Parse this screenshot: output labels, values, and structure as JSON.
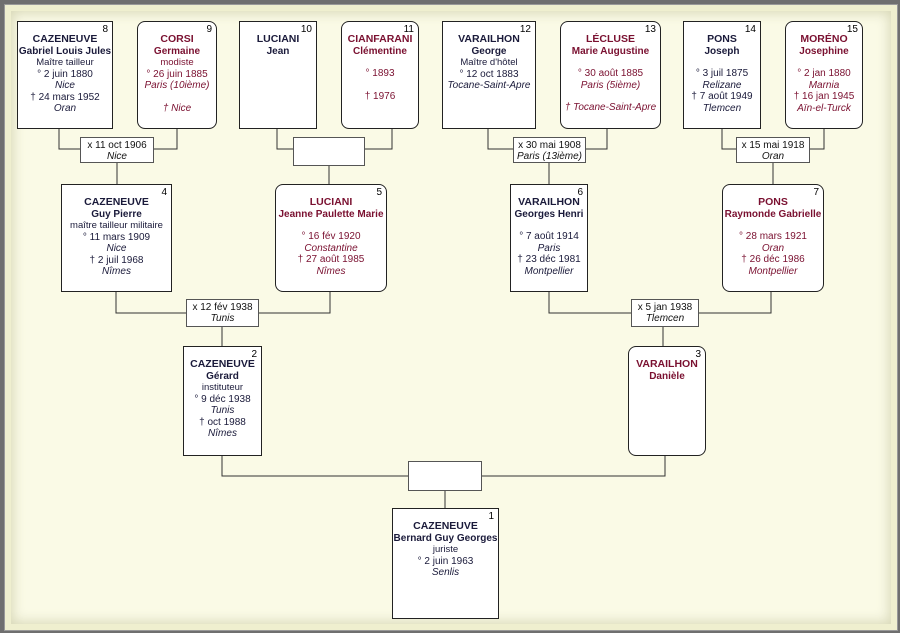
{
  "people": {
    "p1": {
      "num": "1",
      "surname": "CAZENEUVE",
      "given": "Bernard Guy Georges",
      "occupation": "juriste",
      "birth": "° 2 juin 1963",
      "birth_place": "Senlis"
    },
    "p2": {
      "num": "2",
      "surname": "CAZENEUVE",
      "given": "Gérard",
      "occupation": "instituteur",
      "birth": "° 9 déc 1938",
      "birth_place": "Tunis",
      "death": "† oct 1988",
      "death_place": "Nîmes"
    },
    "p3": {
      "num": "3",
      "surname": "VARAILHON",
      "given": "Danièle"
    },
    "p4": {
      "num": "4",
      "surname": "CAZENEUVE",
      "given": "Guy Pierre",
      "occupation": "maître tailleur militaire",
      "birth": "° 11 mars 1909",
      "birth_place": "Nice",
      "death": "† 2 juil 1968",
      "death_place": "Nîmes"
    },
    "p5": {
      "num": "5",
      "surname": "LUCIANI",
      "given": "Jeanne Paulette Marie",
      "birth": "° 16 fév 1920",
      "birth_place": "Constantine",
      "death": "† 27 août 1985",
      "death_place": "Nîmes"
    },
    "p6": {
      "num": "6",
      "surname": "VARAILHON",
      "given": "Georges Henri",
      "birth": "° 7 août 1914",
      "birth_place": "Paris",
      "death": "† 23 déc 1981",
      "death_place": "Montpellier"
    },
    "p7": {
      "num": "7",
      "surname": "PONS",
      "given": "Raymonde Gabrielle",
      "birth": "° 28 mars 1921",
      "birth_place": "Oran",
      "death": "† 26 déc 1986",
      "death_place": "Montpellier"
    },
    "p8": {
      "num": "8",
      "surname": "CAZENEUVE",
      "given": "Gabriel Louis Jules",
      "occupation": "Maître tailleur",
      "birth": "° 2 juin 1880",
      "birth_place": "Nice",
      "death": "† 24 mars 1952",
      "death_place": "Oran"
    },
    "p9": {
      "num": "9",
      "surname": "CORSI",
      "given": "Germaine",
      "occupation": "modiste",
      "birth": "° 26 juin 1885",
      "birth_place": "Paris (10ième)",
      "death": "† Nice"
    },
    "p10": {
      "num": "10",
      "surname": "LUCIANI",
      "given": "Jean"
    },
    "p11": {
      "num": "11",
      "surname": "CIANFARANI",
      "given": "Clémentine",
      "birth": "° 1893",
      "death": "† 1976"
    },
    "p12": {
      "num": "12",
      "surname": "VARAILHON",
      "given": "George",
      "occupation": "Maître d'hôtel",
      "birth": "° 12 oct 1883",
      "birth_place": "Tocane-Saint-Apre"
    },
    "p13": {
      "num": "13",
      "surname": "LÉCLUSE",
      "given": "Marie Augustine",
      "birth": "° 30 août 1885",
      "birth_place": "Paris (5ième)",
      "death": "† Tocane-Saint-Apre"
    },
    "p14": {
      "num": "14",
      "surname": "PONS",
      "given": "Joseph",
      "birth": "° 3 juil 1875",
      "birth_place": "Relizane",
      "death": "† 7 août 1949",
      "death_place": "Tlemcen"
    },
    "p15": {
      "num": "15",
      "surname": "MORÉNO",
      "given": "Josephine",
      "birth": "° 2 jan 1880",
      "birth_place": "Marnia",
      "death": "† 16 jan 1945",
      "death_place": "Aïn-el-Turck"
    }
  },
  "marriages": {
    "m8_9": {
      "date": "x 11 oct 1906",
      "place": "Nice"
    },
    "m10_11": {
      "date": "",
      "place": ""
    },
    "m12_13": {
      "date": "x 30 mai 1908",
      "place": "Paris (13ième)"
    },
    "m14_15": {
      "date": "x 15 mai 1918",
      "place": "Oran"
    },
    "m4_5": {
      "date": "x 12 fév 1938",
      "place": "Tunis"
    },
    "m6_7": {
      "date": "x 5 jan 1938",
      "place": "Tlemcen"
    },
    "m2_3": {
      "date": "",
      "place": ""
    }
  }
}
